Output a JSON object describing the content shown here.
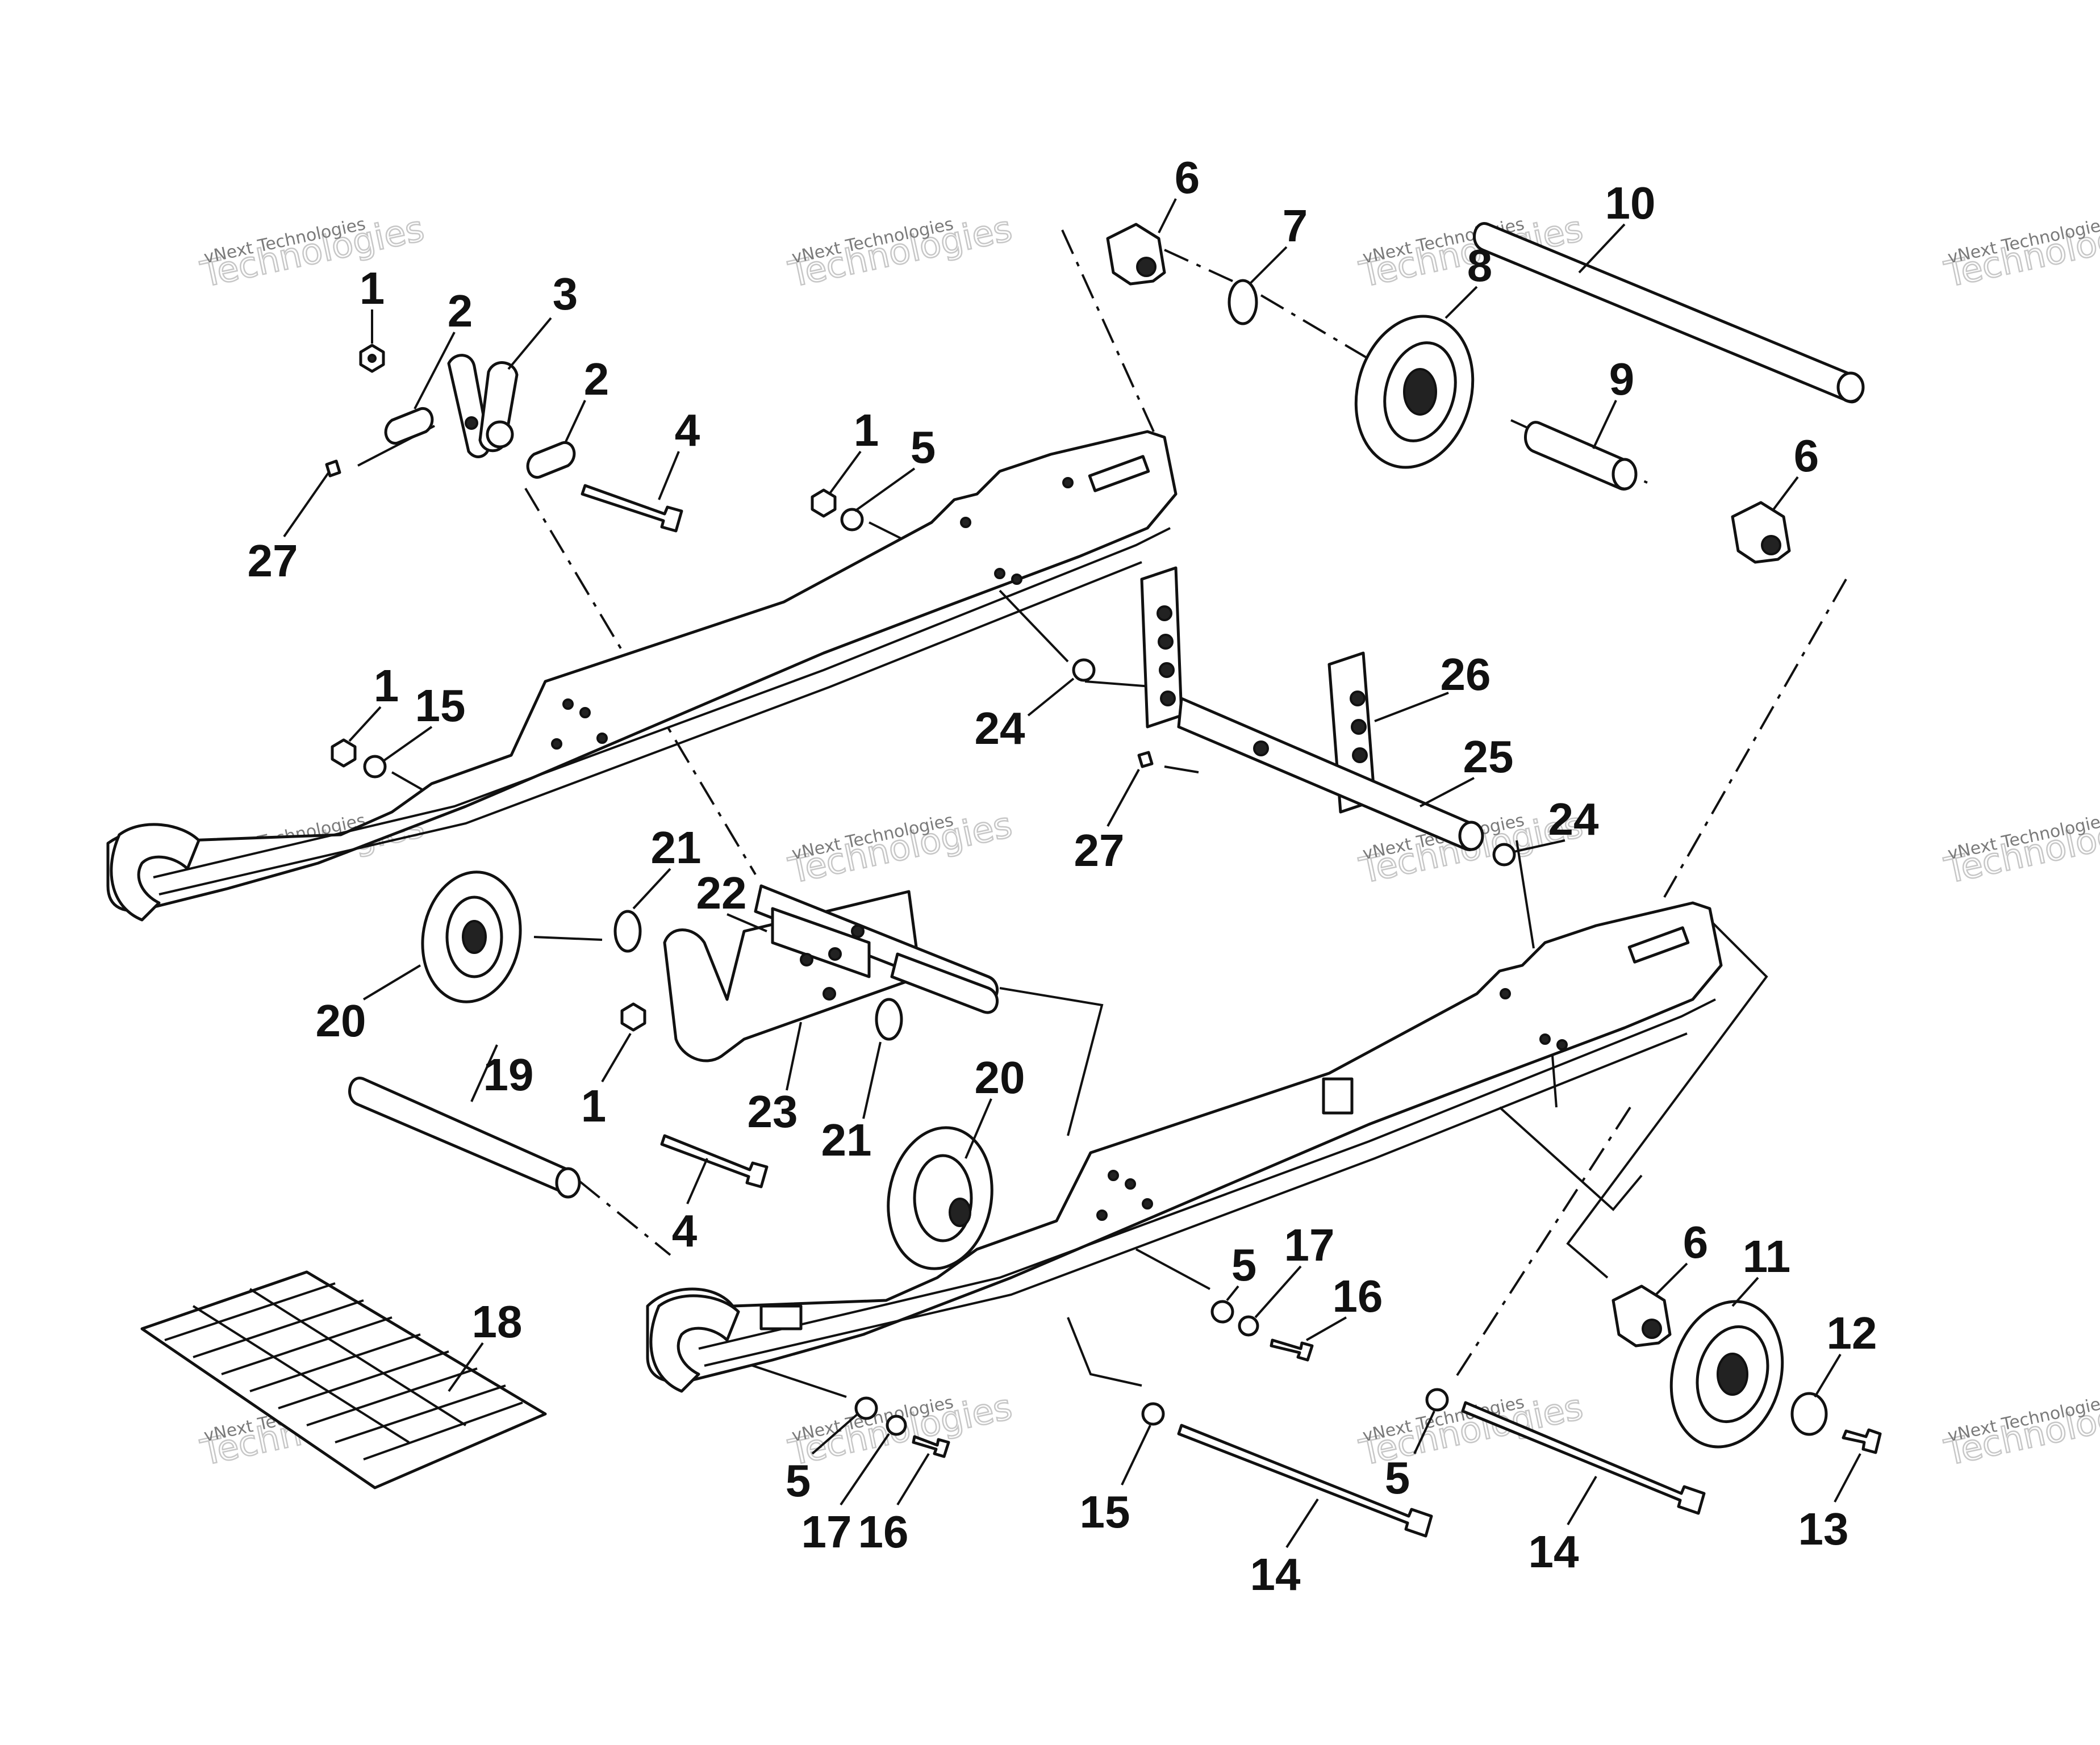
{
  "watermark": {
    "company": "vNext Technologies",
    "word": "Technologies"
  },
  "parts": [
    {
      "id": "lbl-1a",
      "label": "1"
    },
    {
      "id": "lbl-2a",
      "label": "2"
    },
    {
      "id": "lbl-3",
      "label": "3"
    },
    {
      "id": "lbl-2b",
      "label": "2"
    },
    {
      "id": "lbl-4a",
      "label": "4"
    },
    {
      "id": "lbl-27a",
      "label": "27"
    },
    {
      "id": "lbl-1b",
      "label": "1"
    },
    {
      "id": "lbl-5a",
      "label": "5"
    },
    {
      "id": "lbl-6a",
      "label": "6"
    },
    {
      "id": "lbl-7",
      "label": "7"
    },
    {
      "id": "lbl-8",
      "label": "8"
    },
    {
      "id": "lbl-10",
      "label": "10"
    },
    {
      "id": "lbl-9",
      "label": "9"
    },
    {
      "id": "lbl-6b",
      "label": "6"
    },
    {
      "id": "lbl-1c",
      "label": "1"
    },
    {
      "id": "lbl-15a",
      "label": "15"
    },
    {
      "id": "lbl-26",
      "label": "26"
    },
    {
      "id": "lbl-24a",
      "label": "24"
    },
    {
      "id": "lbl-25",
      "label": "25"
    },
    {
      "id": "lbl-27b",
      "label": "27"
    },
    {
      "id": "lbl-24b",
      "label": "24"
    },
    {
      "id": "lbl-21a",
      "label": "21"
    },
    {
      "id": "lbl-22",
      "label": "22"
    },
    {
      "id": "lbl-20a",
      "label": "20"
    },
    {
      "id": "lbl-19",
      "label": "19"
    },
    {
      "id": "lbl-1d",
      "label": "1"
    },
    {
      "id": "lbl-23",
      "label": "23"
    },
    {
      "id": "lbl-21b",
      "label": "21"
    },
    {
      "id": "lbl-20b",
      "label": "20"
    },
    {
      "id": "lbl-4b",
      "label": "4"
    },
    {
      "id": "lbl-5b",
      "label": "5"
    },
    {
      "id": "lbl-17a",
      "label": "17"
    },
    {
      "id": "lbl-16a",
      "label": "16"
    },
    {
      "id": "lbl-6c",
      "label": "6"
    },
    {
      "id": "lbl-11",
      "label": "11"
    },
    {
      "id": "lbl-12",
      "label": "12"
    },
    {
      "id": "lbl-18",
      "label": "18"
    },
    {
      "id": "lbl-5c",
      "label": "5"
    },
    {
      "id": "lbl-17b",
      "label": "17"
    },
    {
      "id": "lbl-16b",
      "label": "16"
    },
    {
      "id": "lbl-15b",
      "label": "15"
    },
    {
      "id": "lbl-14a",
      "label": "14"
    },
    {
      "id": "lbl-5d",
      "label": "5"
    },
    {
      "id": "lbl-14b",
      "label": "14"
    },
    {
      "id": "lbl-13",
      "label": "13"
    }
  ]
}
